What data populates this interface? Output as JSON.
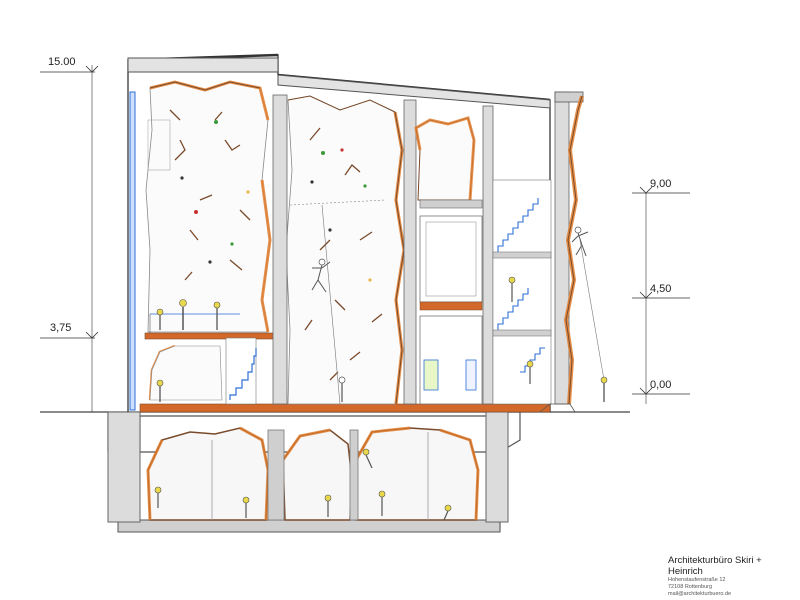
{
  "levels": {
    "left_top": "15.00",
    "left_mid": "3,75",
    "right_top": "9,00",
    "right_mid": "4,50",
    "right_zero": "0,00"
  },
  "title_block": {
    "firm": "Architekturbüro Skiri + Heinrich",
    "line1": "Hohenstaufenstraße 12",
    "line2": "72108 Rottenburg",
    "line3": "mail@architekturbuero.de"
  },
  "colors": {
    "wall": "#d9d9d9",
    "rock_orange": "#e07b2a",
    "rock_brown": "#7a4a2a",
    "glass_blue": "#2f6fd6",
    "floor_orange": "#d2692a",
    "hold_green": "#3a9a3a",
    "figure_yellow": "#e8d84a"
  }
}
